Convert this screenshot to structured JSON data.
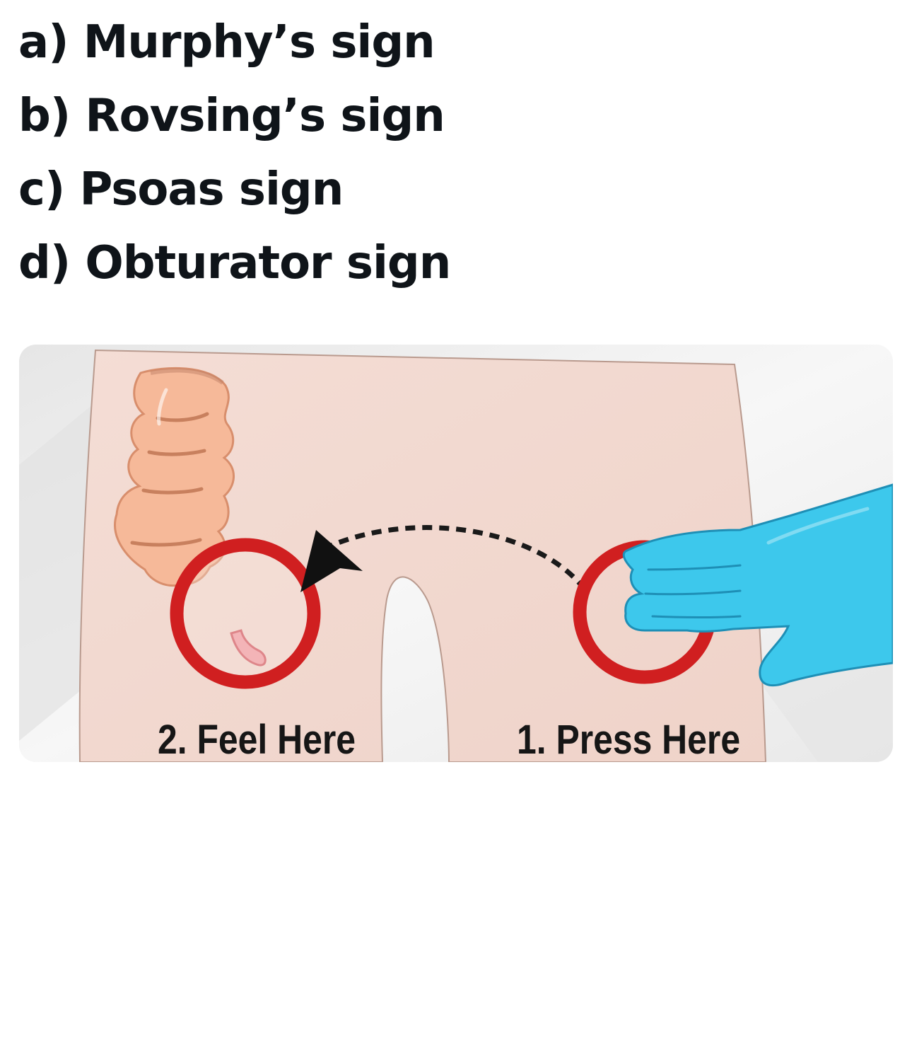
{
  "options": [
    {
      "label": "a) Murphy’s sign"
    },
    {
      "label": "b) Rovsing’s sign"
    },
    {
      "label": "c) Psoas sign"
    },
    {
      "label": "d) Obturator sign"
    }
  ],
  "figure": {
    "feel_label": "2. Feel Here",
    "press_label": "1. Press Here"
  },
  "colors": {
    "skin": "#f2d8cf",
    "ring": "#d01f20",
    "glove": "#3dc8ec",
    "colon": "#f6b999"
  }
}
